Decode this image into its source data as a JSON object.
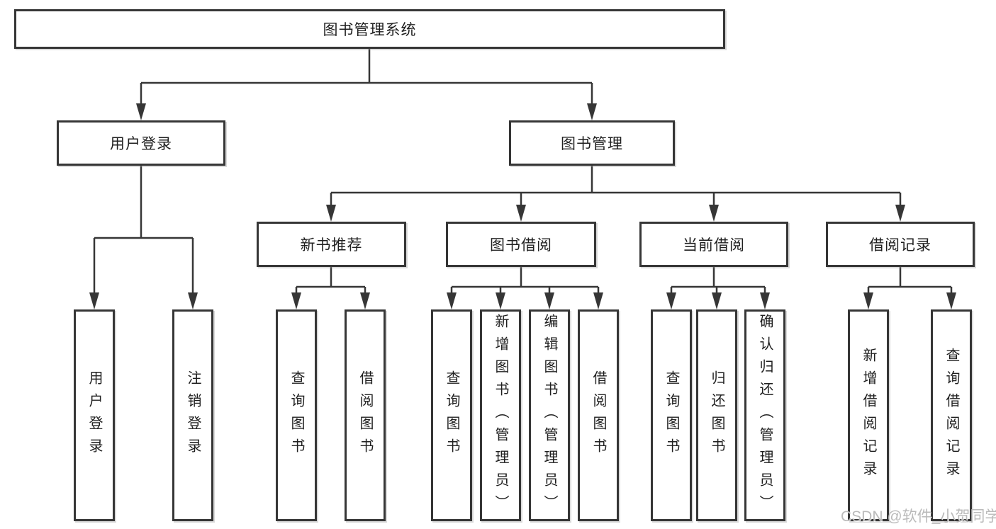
{
  "diagram": {
    "tree": {
      "label": "图书管理系统",
      "children": [
        {
          "label": "用户登录",
          "children": [
            {
              "label": "用户登录"
            },
            {
              "label": "注销登录"
            }
          ]
        },
        {
          "label": "图书管理",
          "children": [
            {
              "label": "新书推荐",
              "children": [
                {
                  "label": "查询图书"
                },
                {
                  "label": "借阅图书"
                }
              ]
            },
            {
              "label": "图书借阅",
              "children": [
                {
                  "label": "查询图书"
                },
                {
                  "label": "新增图书（管理员）"
                },
                {
                  "label": "编辑图书（管理员）"
                },
                {
                  "label": "借阅图书"
                }
              ]
            },
            {
              "label": "当前借阅",
              "children": [
                {
                  "label": "查询图书"
                },
                {
                  "label": "归还图书"
                },
                {
                  "label": "确认归还（管理员）"
                }
              ]
            },
            {
              "label": "借阅记录",
              "children": [
                {
                  "label": "新增借阅记录"
                },
                {
                  "label": "查询借阅记录"
                }
              ]
            }
          ]
        }
      ]
    },
    "watermark": "CSDN @软件_小贺同学",
    "colors": {
      "line": "#363636",
      "text": "#1f1f1f",
      "watermark": "#b6b6b6",
      "background": "#ffffff"
    }
  }
}
